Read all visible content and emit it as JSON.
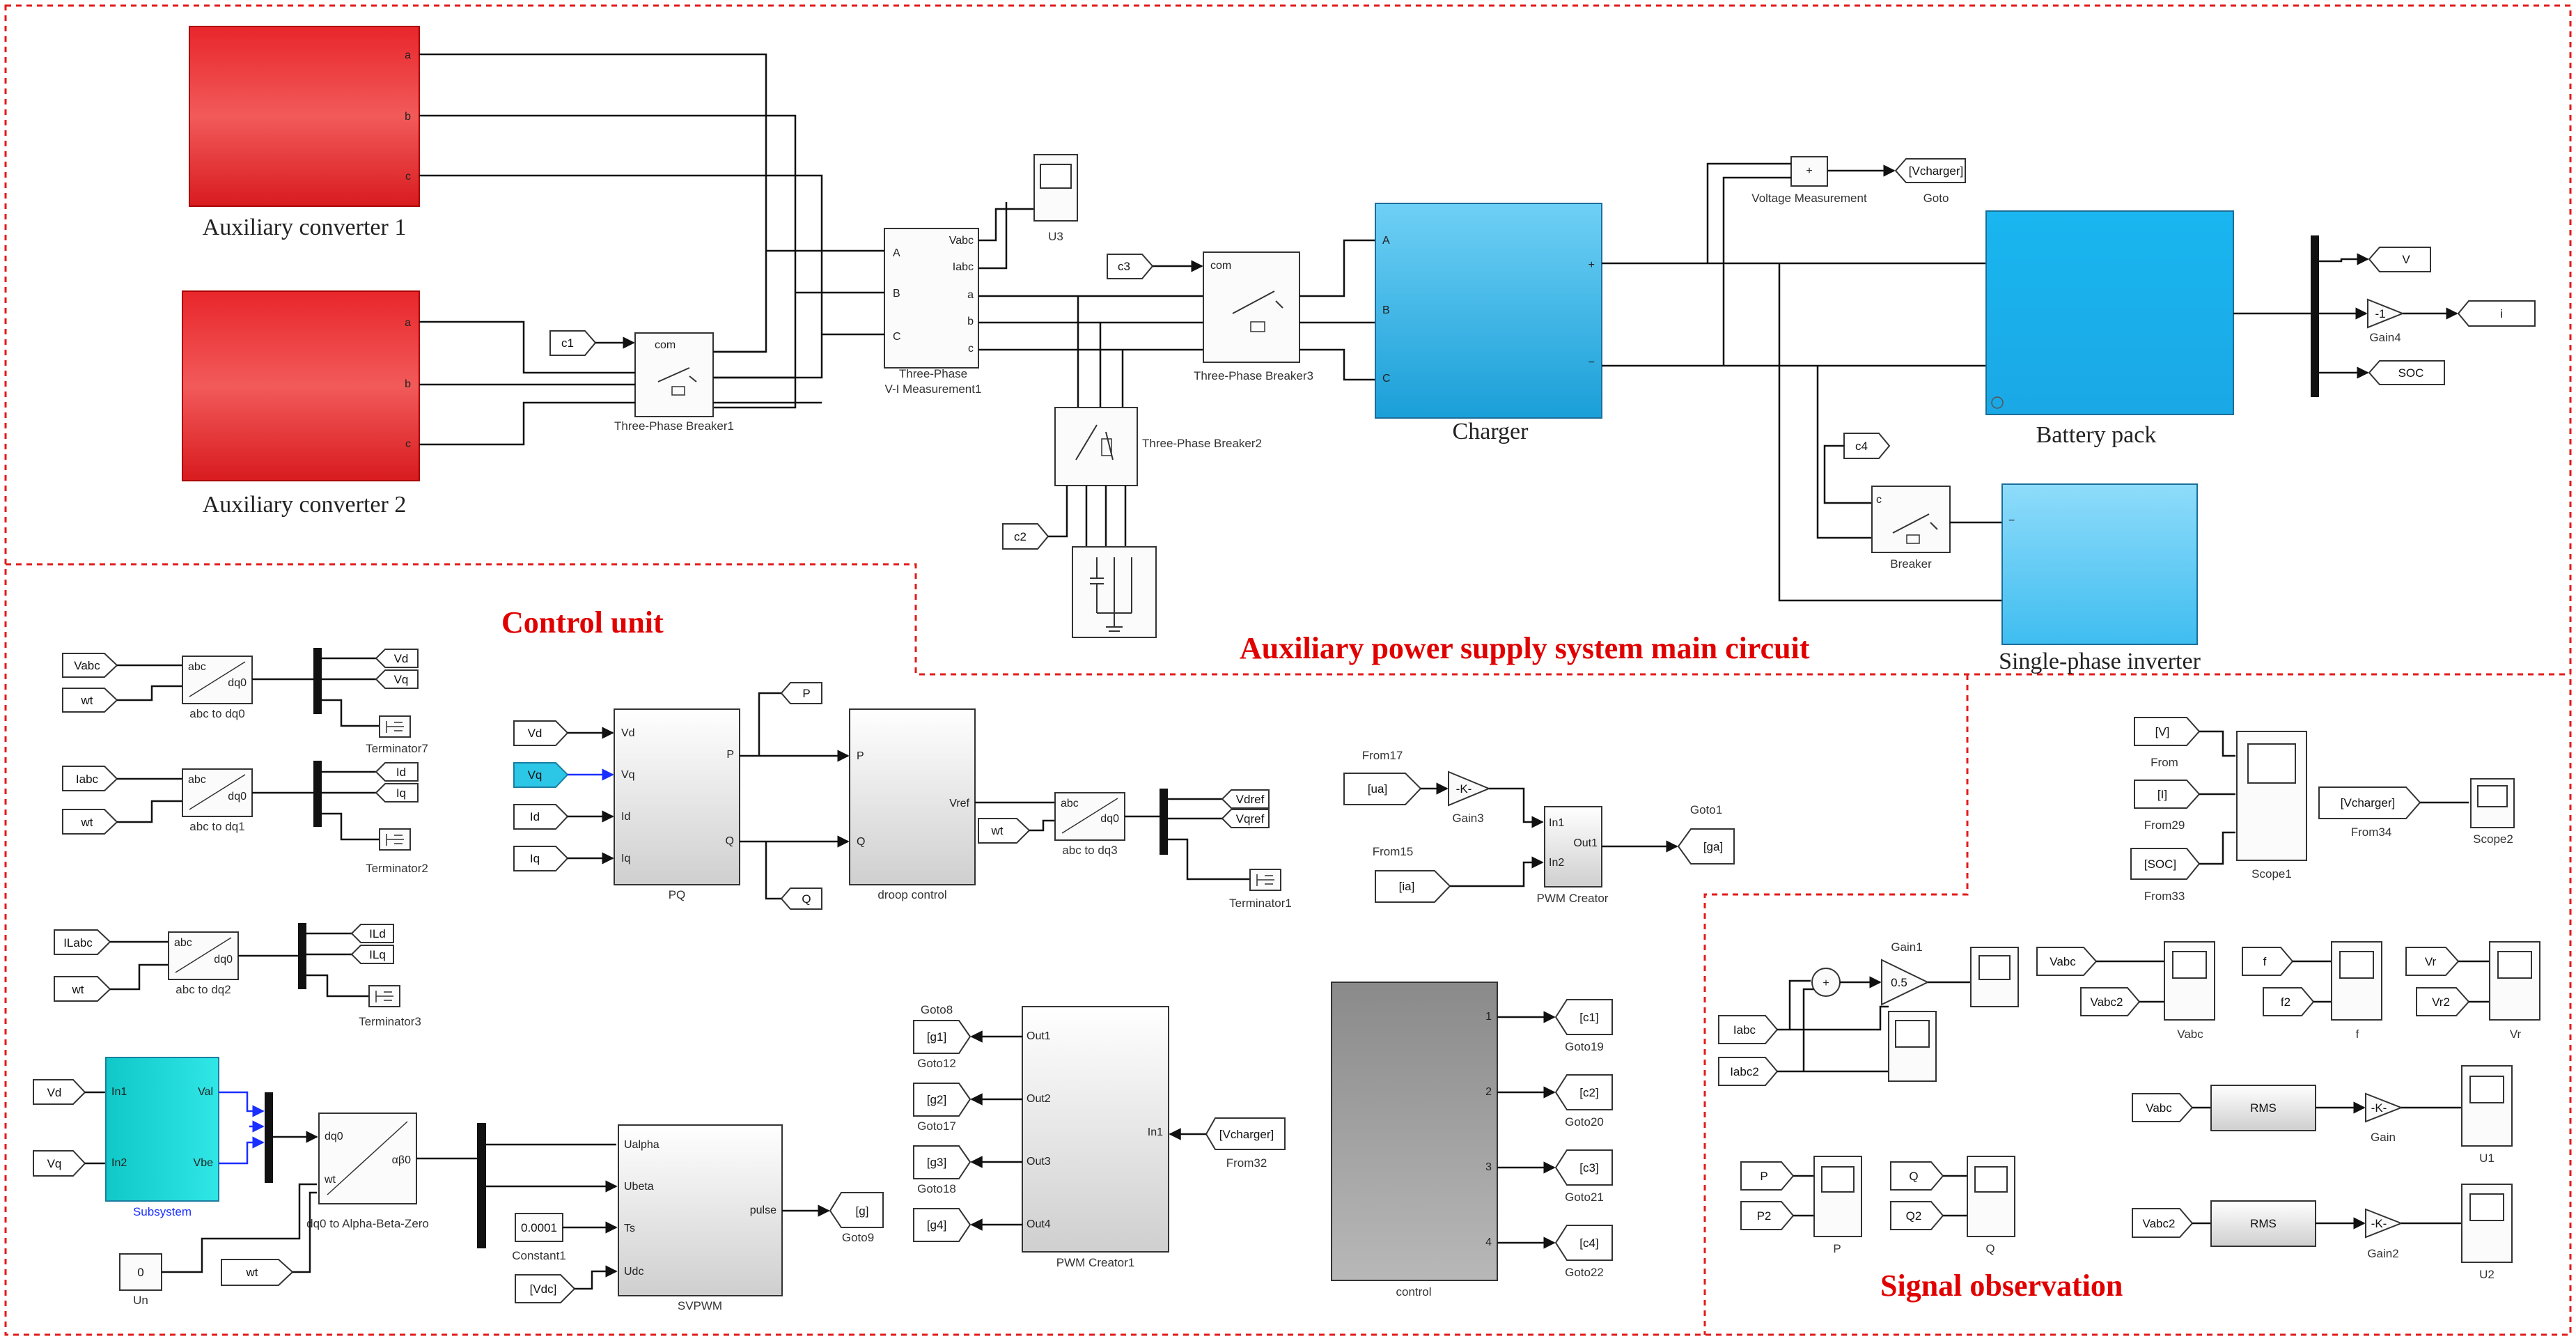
{
  "sections": {
    "main_circuit": "Auxiliary power supply system main circuit",
    "control_unit": "Control unit",
    "signal_observation": "Signal observation"
  },
  "main_blocks": {
    "aux_conv_1": "Auxiliary converter 1",
    "aux_conv_2": "Auxiliary converter 2",
    "charger": "Charger",
    "battery_pack": "Battery pack",
    "single_phase_inverter": "Single-phase inverter"
  },
  "breakers": {
    "b1": "Three-Phase Breaker1",
    "b2": "Three-Phase Breaker2",
    "b3": "Three-Phase Breaker3",
    "b4": "Breaker",
    "com": "com"
  },
  "vi_meas": {
    "name_line1": "Three-Phase",
    "name_line2": "V-I Measurement1",
    "port_vabc": "Vabc",
    "port_iabc": "Iabc"
  },
  "ports": {
    "a": "a",
    "b": "b",
    "c": "c",
    "A": "A",
    "B": "B",
    "C": "C",
    "plus": "+",
    "minus": "−",
    "c_small": "c"
  },
  "scope_u3": "U3",
  "volt_meas": {
    "label": "Voltage Measurement",
    "goto_tag": "[Vcharger]",
    "goto_name": "Goto"
  },
  "battery_out": {
    "v": "V",
    "i": "i",
    "soc": "SOC",
    "gain_val": "-1",
    "gain_name": "Gain4"
  },
  "froms": {
    "c1": "c1",
    "c2": "c2",
    "c3": "c3",
    "c4": "c4"
  },
  "abc_dq": {
    "b0": "abc to dq0",
    "b1": "abc to dq1",
    "b2": "abc to dq2",
    "b3": "abc to dq3",
    "abc": "abc",
    "dq0": "dq0",
    "in0a": "Vabc",
    "in0b": "wt",
    "in1a": "Iabc",
    "in1b": "wt",
    "in2a": "ILabc",
    "in2b": "wt",
    "out0a": "Vd",
    "out0b": "Vq",
    "out1a": "Id",
    "out1b": "Iq",
    "out2a": "ILd",
    "out2b": "ILq",
    "term0": "Terminator7",
    "term1": "Terminator2",
    "term2": "Terminator3"
  },
  "pq": {
    "name": "PQ",
    "in_vd": "Vd",
    "in_vq": "Vq",
    "in_id": "Id",
    "in_iq": "Iq",
    "port_p": "P",
    "port_q": "Q",
    "goto_p": "P",
    "goto_q": "Q"
  },
  "droop": {
    "name": "droop control",
    "port_p": "P",
    "port_q": "Q",
    "port_vref": "Vref",
    "wt": "wt",
    "out_d": "Vdref",
    "out_q": "Vqref",
    "term": "Terminator1"
  },
  "pwm_top": {
    "from17_name": "From17",
    "from17_tag": "[ua]",
    "from15_name": "From15",
    "from15_tag": "[ia]",
    "gain_val": "-K-",
    "gain_name": "Gain3",
    "in1": "In1",
    "in2": "In2",
    "out1": "Out1",
    "name": "PWM Creator",
    "goto_name": "Goto1",
    "goto_tag": "[ga]"
  },
  "subsystem": {
    "name": "Subsystem",
    "in_vd": "Vd",
    "in_vq": "Vq",
    "p_in1": "In1",
    "p_in2": "In2",
    "p_v1": "Val",
    "p_v2": "Vbe"
  },
  "alpha_beta": {
    "name": "dq0 to Alpha-Beta-Zero",
    "p_dq0": "dq0",
    "p_wt": "wt",
    "p_ab0": "αβ0"
  },
  "un": {
    "val": "0",
    "name": "Un"
  },
  "wt_from": "wt",
  "constant": {
    "val": "0.0001",
    "name": "Constant1"
  },
  "vdc": "[Vdc]",
  "svpwm": {
    "name": "SVPWM",
    "p1": "Ualpha",
    "p2": "Ubeta",
    "p3": "Ts",
    "p4": "Udc",
    "p_out": "pulse",
    "goto_tag": "[g]",
    "goto_name": "Goto9"
  },
  "pwm_creator1": {
    "name": "PWM Creator1",
    "in1": "In1",
    "outs": [
      "Out1",
      "Out2",
      "Out3",
      "Out4"
    ],
    "gotos": [
      "[g1]",
      "[g2]",
      "[g3]",
      "[g4]"
    ],
    "goto_names": [
      "Goto8",
      "Goto12",
      "Goto17",
      "Goto18"
    ],
    "from_tag": "[Vcharger]",
    "from_name": "From32"
  },
  "control_block": {
    "name": "control",
    "ports": [
      "1",
      "2",
      "3",
      "4"
    ],
    "gotos": [
      "[c1]",
      "[c2]",
      "[c3]",
      "[c4]"
    ],
    "goto_names": [
      "Goto19",
      "Goto20",
      "Goto21",
      "Goto22"
    ]
  },
  "scope1": {
    "from_v": "[V]",
    "from_i": "[I]",
    "from_soc": "[SOC]",
    "n1": "From",
    "n2": "From29",
    "n3": "From33",
    "name": "Scope1"
  },
  "scope2": {
    "from_tag": "[Vcharger]",
    "from_name": "From34",
    "name": "Scope2"
  },
  "sig": {
    "gain1_name": "Gain1",
    "gain1_val": "0.5",
    "iabc": "Iabc",
    "iabc2": "Iabc2",
    "vabc": "Vabc",
    "vabc2": "Vabc2",
    "vabc_scope": "Vabc",
    "f": "f",
    "f2": "f2",
    "f_scope": "f",
    "vr": "Vr",
    "vr2": "Vr2",
    "vr_scope": "Vr",
    "rms": "RMS",
    "rms_in1": "Vabc",
    "rms_in2": "Vabc2",
    "gain_name": "Gain",
    "gain2_name": "Gain2",
    "kk": "-K-",
    "u1": "U1",
    "u2": "U2",
    "p": "P",
    "p2": "P2",
    "p_scope": "P",
    "q": "Q",
    "q2": "Q2",
    "q_scope": "Q"
  },
  "colors": {
    "red_block": "#e8262b",
    "blue_block": "#1ab2ec",
    "light_blue_block": "#5fcaf5",
    "cyan_block": "#1ad6d6",
    "dash_red": "#e31b1b"
  }
}
